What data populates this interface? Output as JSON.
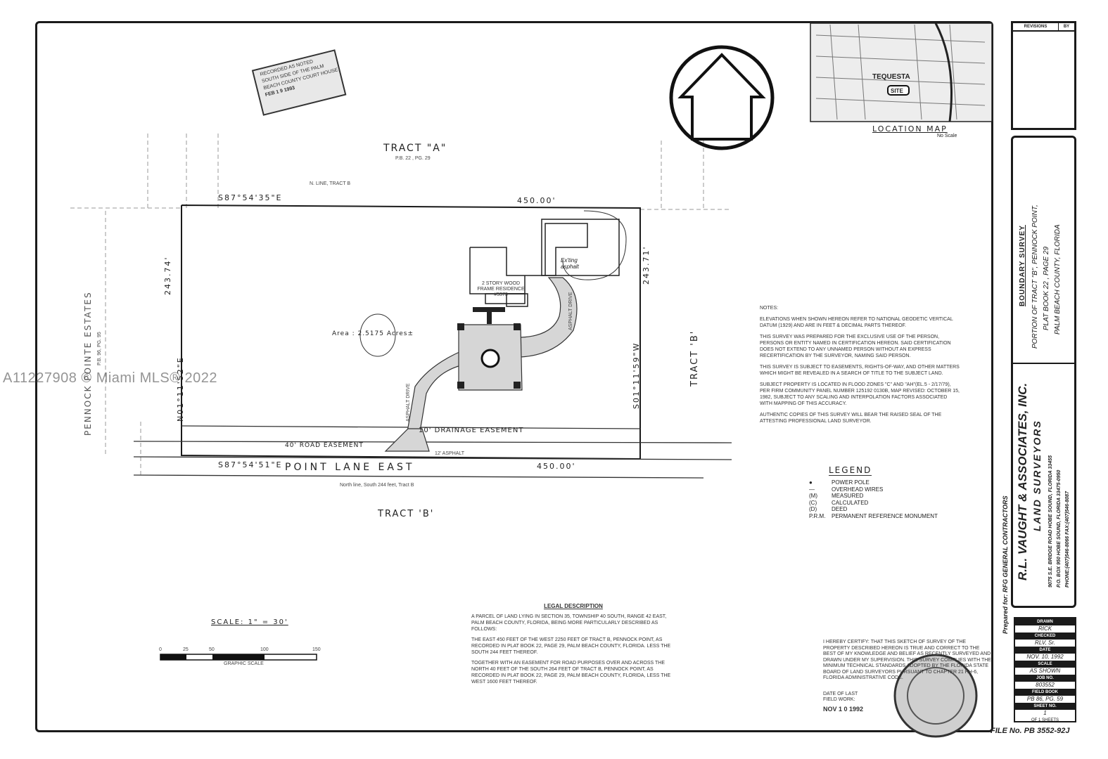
{
  "labels": {
    "tract_a": "TRACT \"A\"",
    "tract_a_ref": "P.B. 22 , PG. 29",
    "tract_b_right": "TRACT 'B'",
    "tract_b_bottom": "TRACT 'B'",
    "pennock_estates": "PENNOCK POINTE ESTATES",
    "pennock_ref": "P.B. 96, PG. 95",
    "north_bearing": "S87°54'35\"E",
    "north_distance": "450.00'",
    "south_bearing": "S87°54'51\"E",
    "south_distance": "450.00'",
    "west_bearing": "N01°11'52\"E",
    "west_distance": "243.74'",
    "east_bearing": "S01°11'59\"W",
    "east_distance": "243.71'",
    "area": "Area : 2.5175 Acres±",
    "residence": "2 STORY WOOD FRAME RESIDENCE #5373",
    "drainage": "10' DRAINAGE EASEMENT",
    "road_easement": "40' ROAD EASEMENT",
    "point_lane": "POINT LANE EAST",
    "asphalt_road": "12' ASPHALT",
    "n_line_tract_b": "N. LINE, TRACT B",
    "north_line_south": "North line, South 244 feet, Tract B",
    "asphalt_left": "ASPHALT DRIVE",
    "asphalt_right": "ASPHALT DRIVE",
    "existing_asphalt": "Ex'ting asphalt",
    "prepared_for": "Prepared for: RFG GENERAL CONTRACTORS"
  },
  "map": {
    "city": "TEQUESTA",
    "site": "SITE",
    "caption": "LOCATION MAP",
    "note": "No Scale"
  },
  "scale": {
    "label": "SCALE: 1\" = 30'",
    "ticks": [
      "0",
      "25",
      "50",
      "100",
      "150"
    ],
    "caption": "GRAPHIC SCALE"
  },
  "stamp": {
    "lines": [
      "RECORDED AS NOTED",
      "SOUTH SIDE OF THE PALM",
      "BEACH COUNTY COURT HOUSE",
      "FEB 1 9 1993"
    ]
  },
  "notes": {
    "title": "NOTES:",
    "items": [
      "ELEVATIONS WHEN SHOWN HEREON REFER TO NATIONAL GEODETIC VERTICAL DATUM (1929) AND ARE IN FEET & DECIMAL PARTS THEREOF.",
      "THIS SURVEY WAS PREPARED FOR THE EXCLUSIVE USE OF THE PERSON, PERSONS OR ENTITY NAMED IN CERTIFICATION HEREON. SAID CERTIFICATION DOES NOT EXTEND TO ANY UNNAMED PERSON WITHOUT AN EXPRESS RECERTIFICATION BY THE SURVEYOR, NAMING SAID PERSON.",
      "THIS SURVEY IS SUBJECT TO EASEMENTS, RIGHTS-OF-WAY, AND OTHER MATTERS WHICH MIGHT BE REVEALED IN A SEARCH OF TITLE TO THE SUBJECT LAND.",
      "SUBJECT PROPERTY IS LOCATED IN FLOOD ZONES \"C\" AND \"AH\"(EL.5 - 2/17/79), PER FIRM COMMUNITY PANEL NUMBER 125192 0130B, MAP REVISED: OCTOBER 15, 1982, SUBJECT TO ANY SCALING AND INTERPOLATION FACTORS ASSOCIATED WITH MAPPING OF THIS ACCURACY.",
      "AUTHENTIC COPIES OF THIS SURVEY WILL BEAR THE RAISED SEAL OF THE ATTESTING PROFESSIONAL LAND SURVEYOR."
    ]
  },
  "legend": {
    "title": "LEGEND",
    "items": [
      {
        "sym": "●",
        "text": "POWER POLE"
      },
      {
        "sym": "—",
        "text": "OVERHEAD WIRES"
      },
      {
        "sym": "(M)",
        "text": "MEASURED"
      },
      {
        "sym": "(C)",
        "text": "CALCULATED"
      },
      {
        "sym": "(D)",
        "text": "DEED"
      },
      {
        "sym": "P.R.M.",
        "text": "PERMANENT REFERENCE MONUMENT"
      }
    ]
  },
  "legal": {
    "title": "LEGAL DESCRIPTION",
    "paragraphs": [
      "A PARCEL OF LAND LYING IN SECTION 35, TOWNSHIP 40 SOUTH, RANGE 42 EAST, PALM BEACH COUNTY, FLORIDA, BEING MORE PARTICULARLY DESCRIBED AS FOLLOWS:",
      "THE EAST 450 FEET OF THE WEST 2250 FEET OF TRACT B, PENNOCK POINT, AS RECORDED IN PLAT BOOK 22, PAGE 29, PALM BEACH COUNTY, FLORIDA. LESS THE SOUTH 244 FEET THEREOF.",
      "TOGETHER WITH AN EASEMENT FOR ROAD PURPOSES OVER AND ACROSS THE NORTH 40 FEET OF THE SOUTH 264 FEET OF TRACT B, PENNOCK POINT, AS RECORDED IN PLAT BOOK 22, PAGE 29, PALM BEACH COUNTY, FLORIDA, LESS THE WEST 1600 FEET THEREOF."
    ]
  },
  "certification": {
    "text": "I HEREBY CERTIFY: THAT THIS SKETCH OF SURVEY OF THE PROPERTY DESCRIBED HEREON IS TRUE AND CORRECT TO THE BEST OF MY KNOWLEDGE AND BELIEF AS RECENTLY SURVEYED AND DRAWN UNDER MY SUPERVISION. THIS SURVEY COMPLIES WITH THE MINIMUM TECHNICAL STANDARDS ADOPTED BY THE FLORIDA STATE BOARD OF LAND SURVEYORS PURSUANT TO CHAPTER 21 HH-6, FLORIDA ADMINISTRATIVE CODE.",
    "date_label": "DATE OF LAST FIELD WORK:",
    "date_value": "NOV 1 0 1992"
  },
  "title_block": {
    "survey_type": "BOUNDARY SURVEY",
    "line1": "PORTION OF TRACT \"B\", PENNOCK POINT,",
    "line2": "PLAT BOOK 22 , PAGE 29",
    "line3": "PALM BEACH COUNTY, FLORIDA",
    "company": "R.L. VAUGHT & ASSOCIATES, INC.",
    "profession": "LAND SURVEYORS",
    "address": "9075 S.E. BRIDGE ROAD HOBE SOUND, FLORIDA 33455",
    "mailing": "P.O. BOX 950 HOBE SOUND, FLORIDA 33475-0950",
    "phone": "PHONE:(407)546-8066 FAX:(407)546-8087"
  },
  "revisions": {
    "col1": "REVISIONS",
    "col2": "BY"
  },
  "info": {
    "drawn_label": "DRAWN",
    "drawn": "RICK",
    "checked_label": "CHECKED",
    "checked": "RLV, Sr.",
    "date_label": "DATE",
    "date": "NOV. 10, 1992",
    "scale_label": "SCALE",
    "scale": "AS SHOWN",
    "job_label": "JOB NO.",
    "job": "803552",
    "field_label": "FIELD BOOK",
    "field": "PB 86, PG. 59",
    "sheet_label": "SHEET NO.",
    "sheet": "1",
    "of_label": "OF",
    "of": "1",
    "sheets_label": "SHEETS"
  },
  "file_no": "FILE No. PB 3552-92J",
  "watermark": "A11227908 © Miami MLS® 2022"
}
